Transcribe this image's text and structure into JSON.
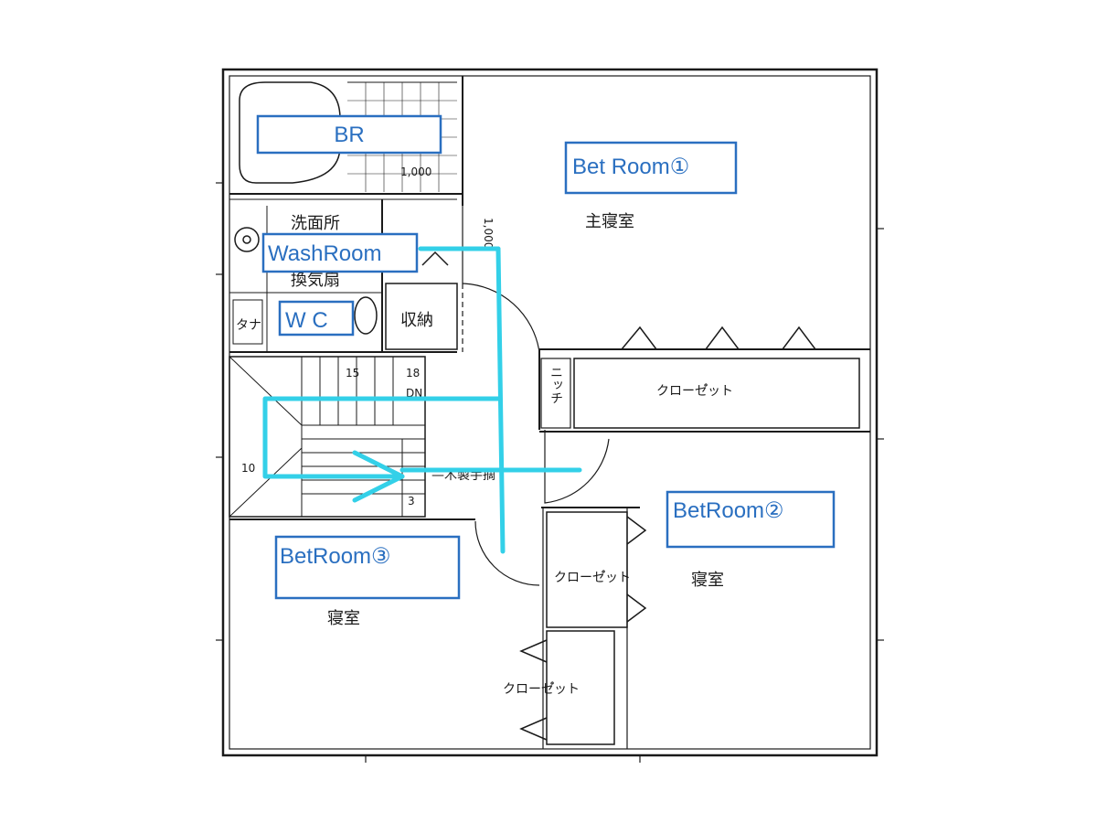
{
  "colors": {
    "ink": "#1a1a1a",
    "annotation_blue": "#2a6fc0",
    "route_cyan": "#33d0e8"
  },
  "annotations": {
    "br": "BR",
    "bedroom1": "Bet Room①",
    "washroom": "WashRoom",
    "wc": "W C",
    "bedroom2": "BetRoom②",
    "bedroom3": "BetRoom③"
  },
  "plan_labels": {
    "master_bedroom": "主寝室",
    "washroom_top": "洗面所",
    "ventilation_fan": "換気扇",
    "storage": "収納",
    "shelf": "タナ",
    "niche": "ニッチ",
    "closet_master": "クローゼ゚ット",
    "closet_bedroom2": "クローゼ゚ット",
    "bedroom2": "寝室",
    "closet_lower": "クローゼ゚ット",
    "bedroom3": "寝室",
    "handrail": "—木製手摘"
  },
  "dimensions": {
    "bath_width": "1,000",
    "hall_length": "1,000",
    "step_15": "15",
    "step_18": "18",
    "step_10": "10",
    "step_3": "3",
    "down": "DN"
  }
}
